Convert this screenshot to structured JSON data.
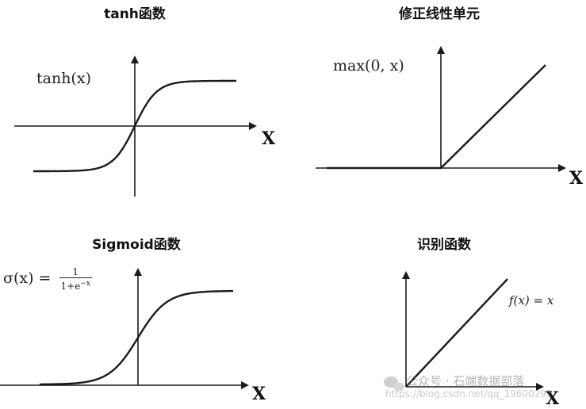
{
  "panels": {
    "tanh": {
      "title": "tanh函数",
      "formula": "tanh(x)",
      "xlabel": "X"
    },
    "relu": {
      "title": "修正线性单元",
      "formula": "max(0, x)",
      "xlabel": "X"
    },
    "sigmoid": {
      "title": "Sigmoid函数",
      "formula_lhs": "σ(x) =",
      "formula_num": "1",
      "formula_den": "1+e",
      "formula_exp": "−x",
      "xlabel": "X"
    },
    "identity": {
      "title": "识别函数",
      "formula": "f(x) = x",
      "xlabel": "X"
    }
  },
  "watermark": {
    "line1": "公众号 · 石端数据部落",
    "line2": "https://blog.csdn.net/qq_19600291"
  },
  "colors": {
    "ink": "#1a1a1a",
    "background": "#ffffff"
  }
}
